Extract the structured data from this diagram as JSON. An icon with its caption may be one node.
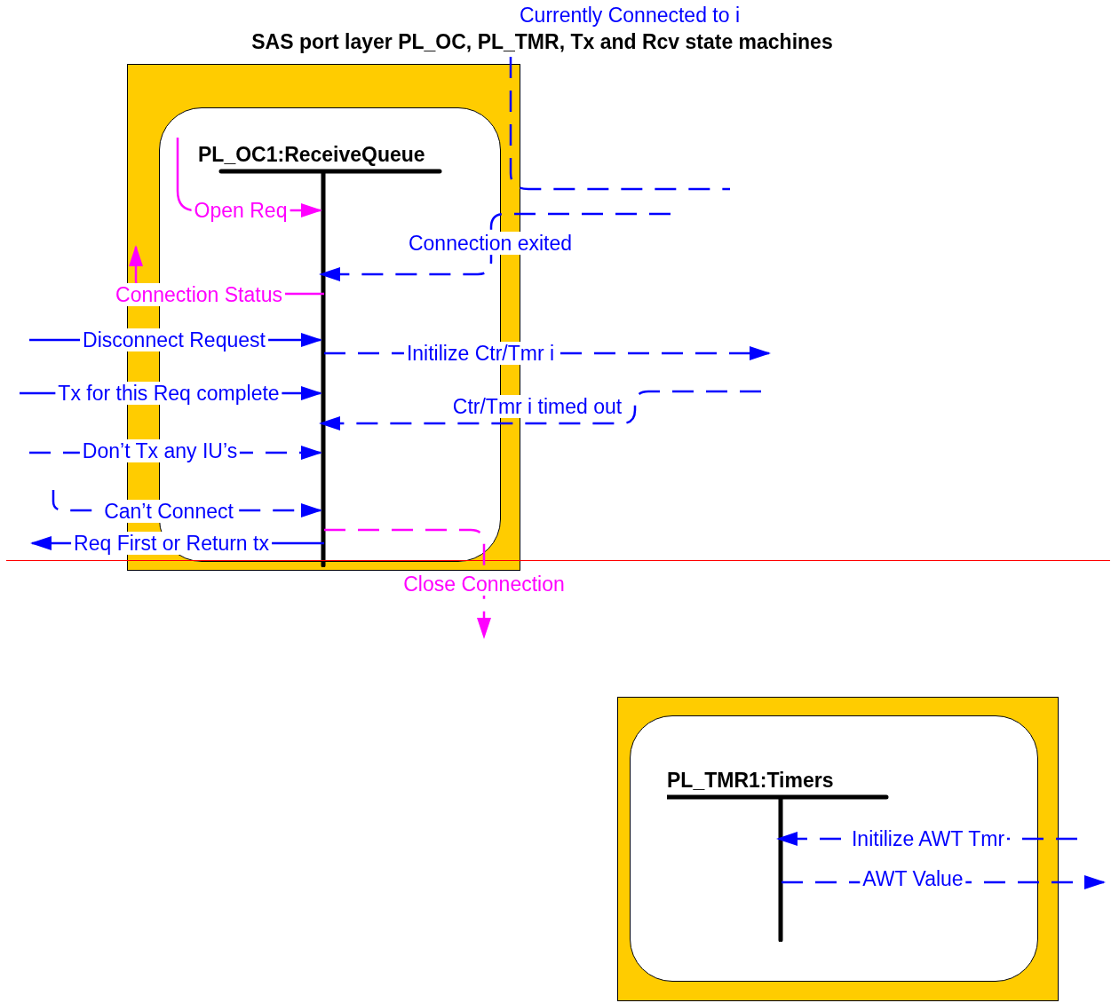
{
  "diagram": {
    "title": "SAS port layer PL_OC, PL_TMR, Tx and Rcv state machines",
    "nodes": [
      {
        "text": [],
        "shape": "box"
      },
      {
        "text": [
          "PL_OC1:ReceiveQueue"
        ],
        "in": 0
      },
      {
        "text": [],
        "shape": "box"
      },
      {
        "text": [
          "PL_TMR1:Timers"
        ],
        "in": 2
      }
    ],
    "edges": [
      {
        "from": null,
        "to": 1,
        "arrow": "to",
        "label": "Open Req",
        "color": "#ff00ff"
      },
      {
        "from": null,
        "to": 1,
        "arrow": "to",
        "label": "Connection exited",
        "style": "dashed"
      },
      {
        "from": 1,
        "to": null,
        "arrow": "to",
        "label": "Connection Status",
        "color": "#ff00ff"
      },
      {
        "from": null,
        "to": 1,
        "arrow": "to",
        "label": "Disconnect Request"
      },
      {
        "from": 1,
        "to": null,
        "arrow": "to",
        "label": "Initilize Ctr/Tmr i",
        "style": "dashed"
      },
      {
        "from": null,
        "to": 1,
        "arrow": "to",
        "label": "Tx for this Req complete"
      },
      {
        "from": null,
        "to": 1,
        "arrow": "to",
        "label": "Ctr/Tmr i timed out",
        "style": "dashed"
      },
      {
        "from": null,
        "to": 1,
        "arrow": "to",
        "label": "Don’t Tx any IU’s",
        "style": "dashed"
      },
      {
        "from": null,
        "to": 1,
        "arrow": "to",
        "label": "Can’t Connect",
        "style": "dashed"
      },
      {
        "from": 1,
        "to": null,
        "arrow": "to",
        "label": "Req First or Return tx"
      },
      {
        "from": 1,
        "to": null,
        "arrow": "to",
        "label": "Close Connection",
        "style": "dashed",
        "color": "#ff00ff"
      },
      {
        "from": null,
        "to": 3,
        "arrow": "to",
        "label": "Initilize AWT Tmr",
        "style": "dashed"
      },
      {
        "from": 3,
        "to": null,
        "arrow": "to",
        "label": "AWT Value",
        "style": "dashed"
      }
    ],
    "labels": [
      "Currently Connected to i"
    ]
  }
}
